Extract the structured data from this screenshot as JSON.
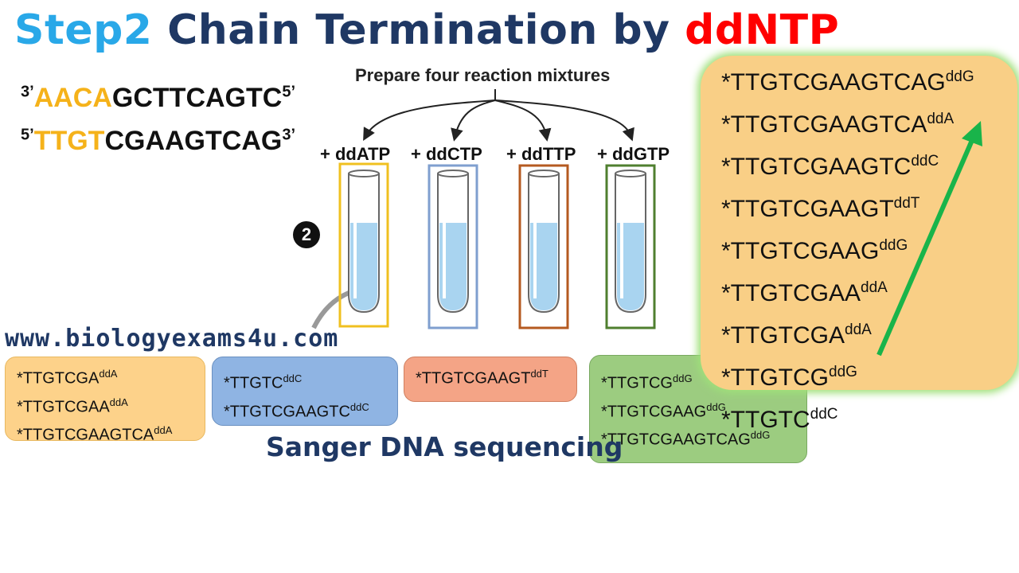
{
  "title": {
    "step": "Step2",
    "main": "Chain Termination by",
    "highlight": "ddNTP"
  },
  "template_strand": {
    "left_end": "3’",
    "highlight": "AACA",
    "rest": "GCTTCAGTC",
    "right_end": "5’"
  },
  "primer_strand": {
    "left_end": "5’",
    "highlight": "TTGT",
    "rest": "CGAAGTCAG",
    "right_end": "3’"
  },
  "diagram": {
    "heading": "Prepare four reaction mixtures",
    "step_number": "2",
    "tubes": [
      {
        "label": "+ ddATP",
        "color": "#f0c020"
      },
      {
        "label": "+ ddCTP",
        "color": "#7f9fcf"
      },
      {
        "label": "+ ddTTP",
        "color": "#b55a20"
      },
      {
        "label": "+ ddGTP",
        "color": "#4f7f2f"
      }
    ]
  },
  "website": "www.biologyexams4u.com",
  "fragment_boxes": [
    {
      "color": "#fdd28a",
      "lines": [
        {
          "seq": "*TTGTCGA",
          "sup": "ddA"
        },
        {
          "seq": "*TTGTCGAA",
          "sup": "ddA"
        },
        {
          "seq": "*TTGTCGAAGTCA",
          "sup": "ddA"
        }
      ]
    },
    {
      "color": "#8fb4e3",
      "lines": [
        {
          "seq": "*TTGTC",
          "sup": "ddC"
        },
        {
          "seq": "*TTGTCGAAGTC",
          "sup": "ddC"
        }
      ]
    },
    {
      "color": "#f4a486",
      "lines": [
        {
          "seq": "*TTGTCGAAGT",
          "sup": "ddT"
        }
      ]
    },
    {
      "color": "#9ccc80",
      "lines": [
        {
          "seq": "*TTGTCG",
          "sup": "ddG"
        },
        {
          "seq": "*TTGTCGAAG",
          "sup": "ddG"
        },
        {
          "seq": "*TTGTCGAAGTCAG",
          "sup": "ddG"
        }
      ]
    }
  ],
  "sorted_fragments": [
    {
      "seq": "*TTGTCGAAGTCAG",
      "sup": "ddG"
    },
    {
      "seq": "*TTGTCGAAGTCA",
      "sup": "ddA"
    },
    {
      "seq": "*TTGTCGAAGTC",
      "sup": "ddC"
    },
    {
      "seq": "*TTGTCGAAGT",
      "sup": "ddT"
    },
    {
      "seq": "*TTGTCGAAG",
      "sup": "ddG"
    },
    {
      "seq": "*TTGTCGAA",
      "sup": "ddA"
    },
    {
      "seq": "*TTGTCGA",
      "sup": "ddA"
    },
    {
      "seq": "*TTGTCG",
      "sup": "ddG"
    },
    {
      "seq": "*TTGTC",
      "sup": "ddC"
    }
  ],
  "subtitle": "Sanger DNA sequencing",
  "colors": {
    "step": "#29a8e8",
    "title": "#1f3864",
    "highlight": "#ff0000",
    "primer": "#f5b21a",
    "arrow": "#19b44a"
  }
}
